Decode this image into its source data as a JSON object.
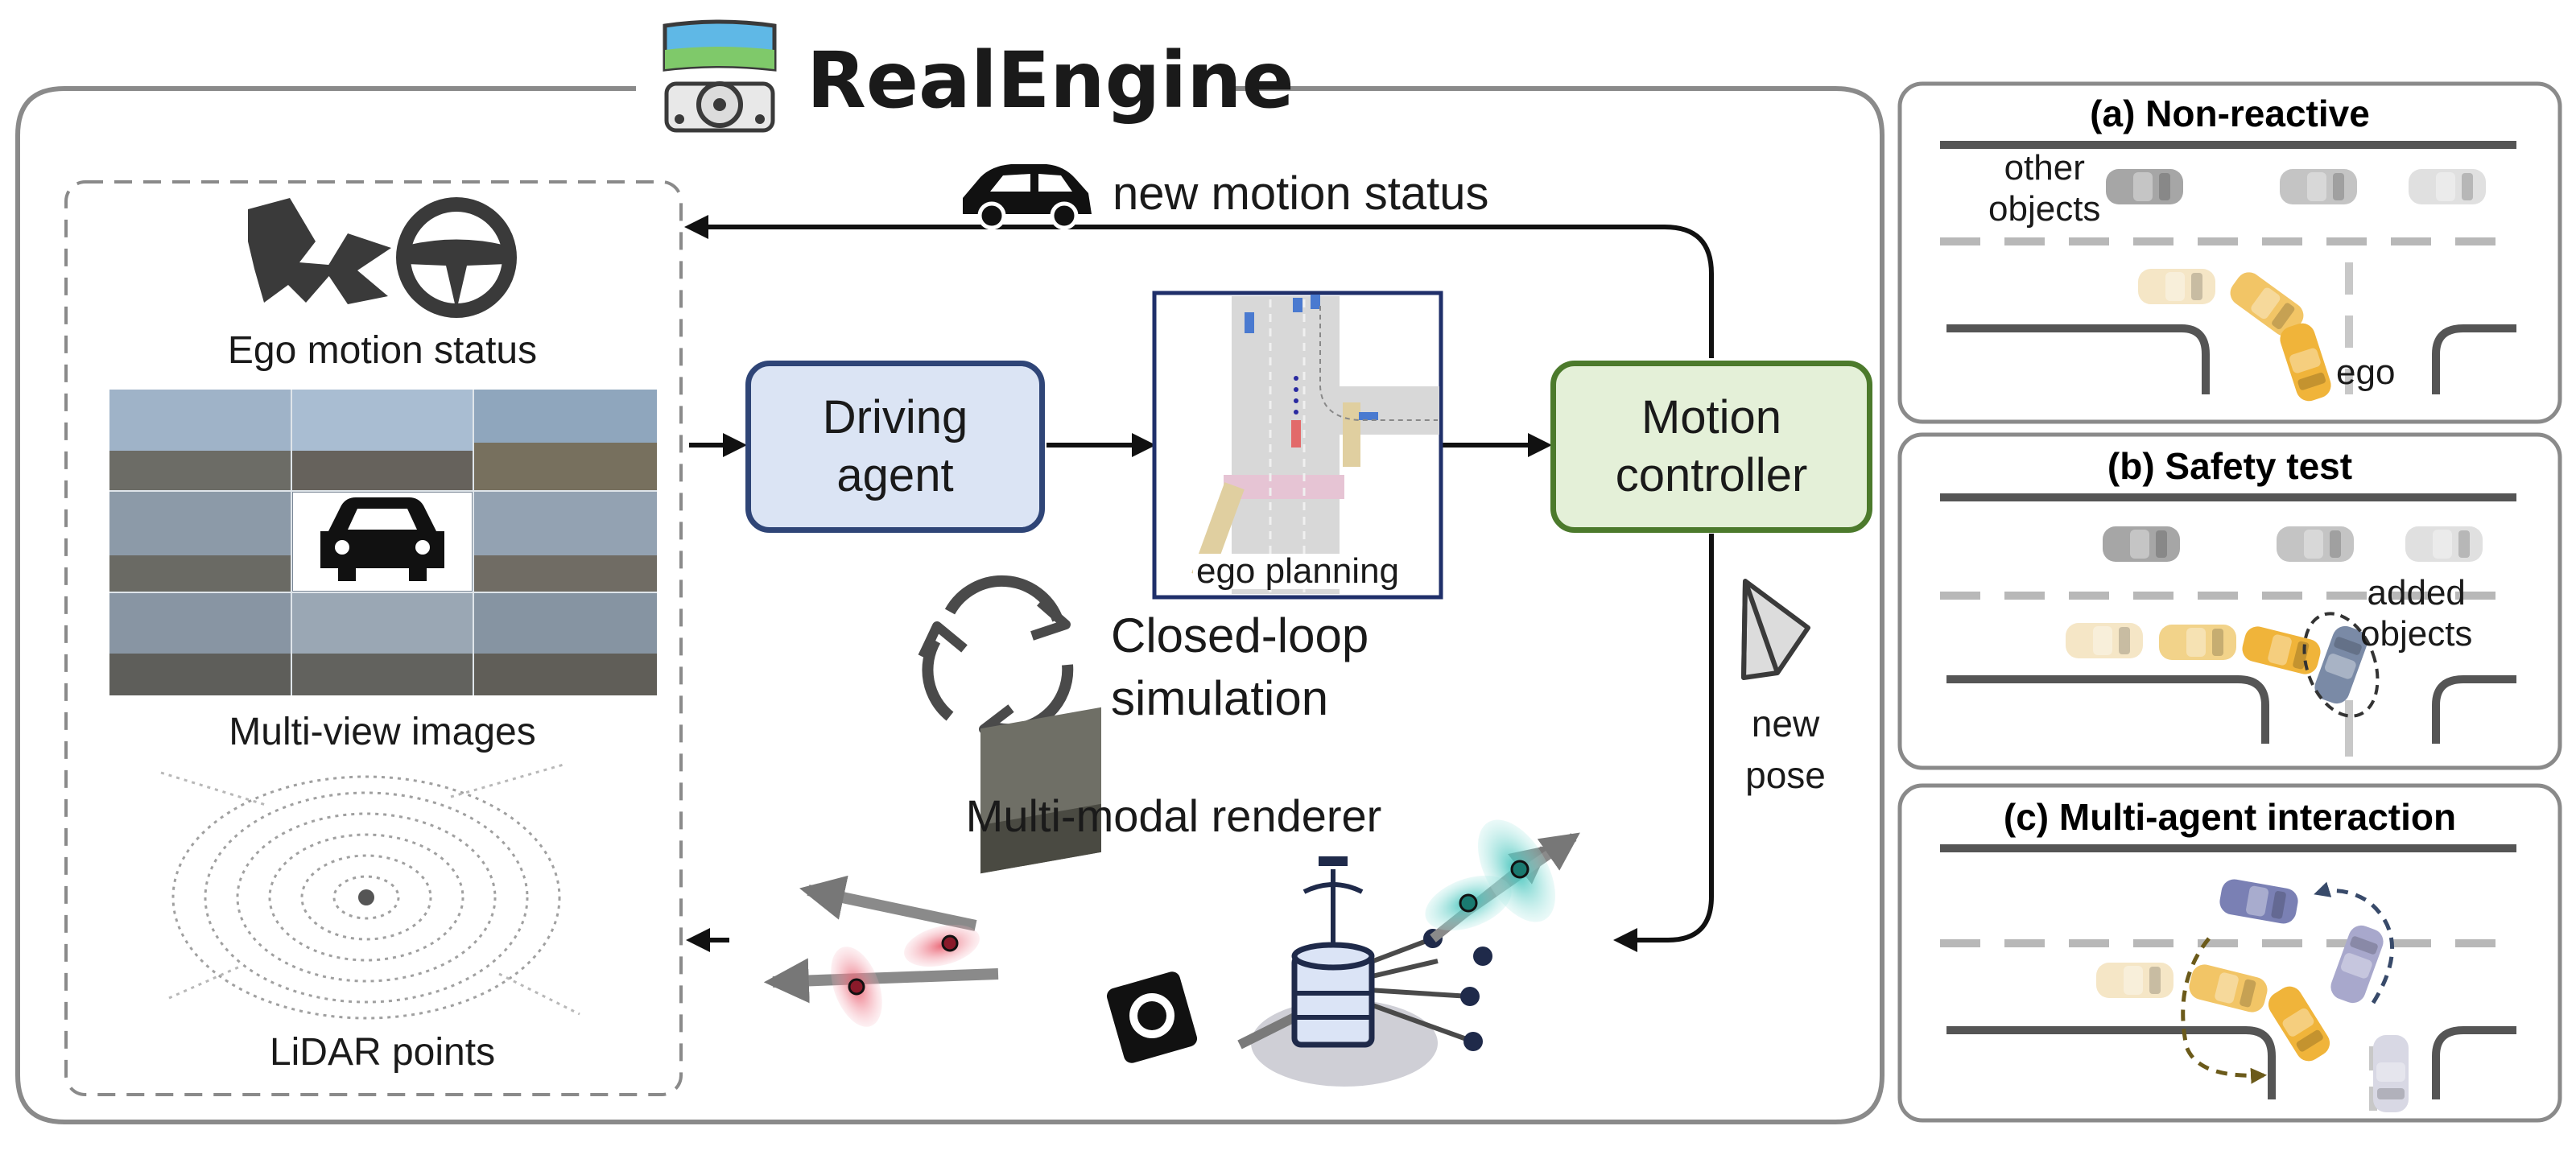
{
  "title": "RealEngine",
  "left": {
    "ego_motion_label": "Ego motion status",
    "multiview_label": "Multi-view images",
    "lidar_label": "LiDAR points"
  },
  "center": {
    "feedback_label": "new motion status",
    "driving_agent_line1": "Driving",
    "driving_agent_line2": "agent",
    "planning_label": "ego planning",
    "motion_controller_line1": "Motion",
    "motion_controller_line2": "controller",
    "loop_line1": "Closed-loop",
    "loop_line2": "simulation",
    "pose_line1": "new",
    "pose_line2": "pose",
    "renderer_label": "Multi-modal renderer"
  },
  "panels": [
    {
      "title": "(a) Non-reactive",
      "ann1_line1": "other",
      "ann1_line2": "objects",
      "ann2": "ego"
    },
    {
      "title": "(b) Safety test",
      "ann1_line1": "added",
      "ann1_line2": "objects"
    },
    {
      "title": "(c) Multi-agent interaction"
    }
  ],
  "colors": {
    "agent_fill": "#dbe4f4",
    "agent_border": "#2f4577",
    "controller_fill": "#e4f0d8",
    "controller_border": "#4c7a2c",
    "renderer_fill": "#fdf0c4",
    "renderer_border": "#7a6316",
    "frame": "#8a8a8a",
    "car_yellow": "#f0b43a",
    "car_gray": "#9a9a9a"
  }
}
